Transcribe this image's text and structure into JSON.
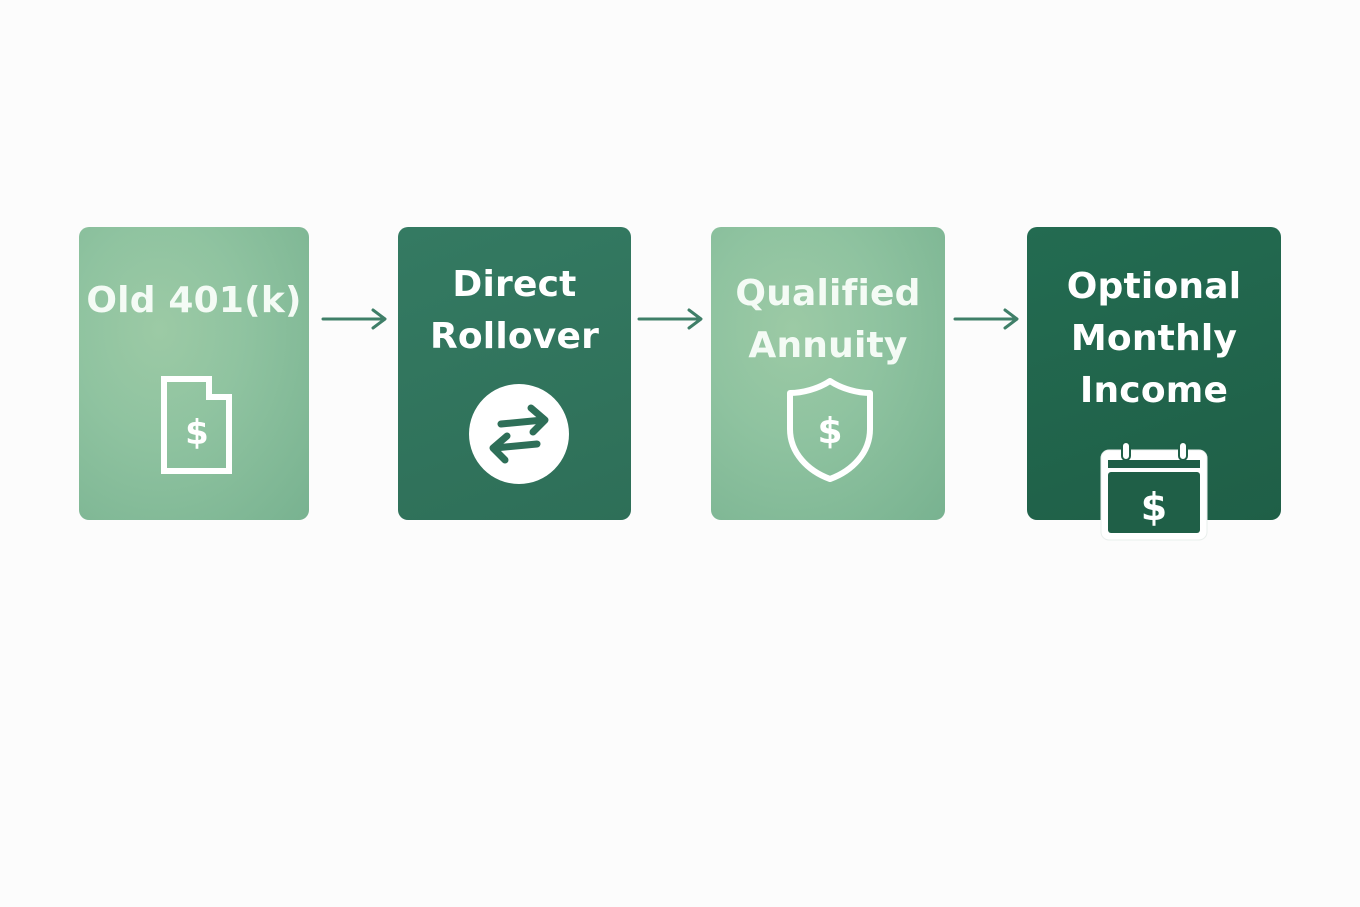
{
  "steps": [
    {
      "label": "Old 401(k)",
      "icon": "document-dollar-icon"
    },
    {
      "label": "Direct\nRollover",
      "icon": "swap-arrows-icon"
    },
    {
      "label": "Qualified\nAnnuity",
      "icon": "shield-dollar-icon"
    },
    {
      "label": "Optional\nMonthly\nIncome",
      "icon": "calendar-dollar-icon"
    }
  ],
  "icon_symbol": "$",
  "colors": {
    "light_box": "#8fc3a0",
    "dark_box": "#2e6f58",
    "darker_box": "#1f5f47",
    "arrow": "#3f7f68",
    "text": "#ffffff"
  }
}
